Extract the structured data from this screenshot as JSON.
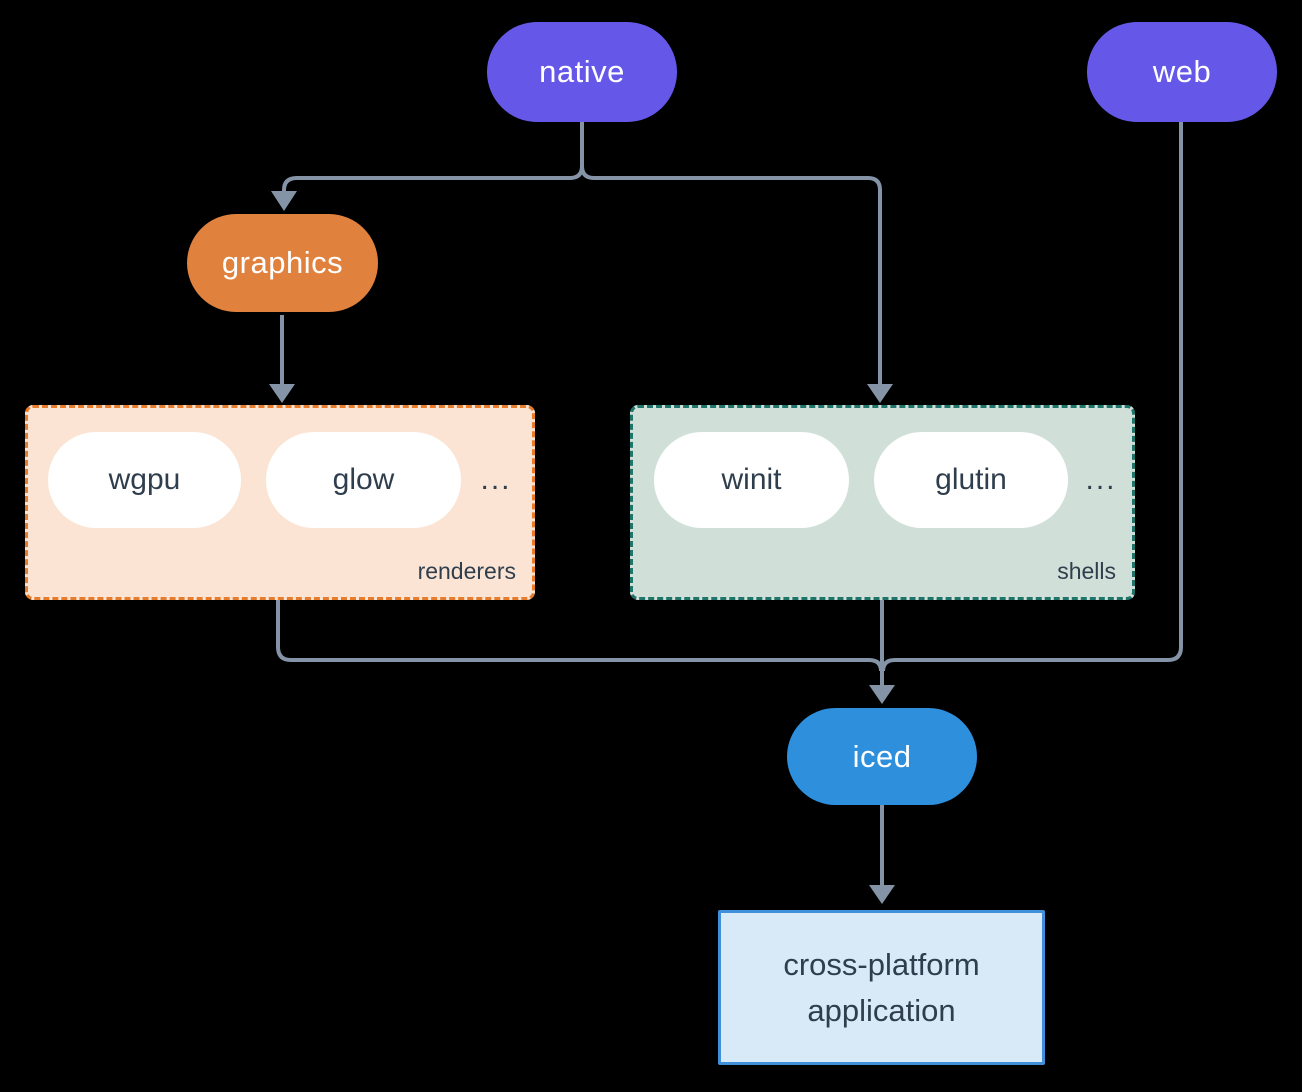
{
  "diagram": {
    "nodes": {
      "native": "native",
      "web": "web",
      "graphics": "graphics",
      "iced": "iced",
      "application_lines": [
        "cross-platform",
        "application"
      ]
    },
    "groups": {
      "renderers": {
        "label": "renderers",
        "items": [
          "wgpu",
          "glow"
        ],
        "more": "..."
      },
      "shells": {
        "label": "shells",
        "items": [
          "winit",
          "glutin"
        ],
        "more": "..."
      }
    },
    "colors": {
      "background": "#000000",
      "node_purple": "#6558e8",
      "node_orange": "#e0813d",
      "node_blue": "#2e8fdd",
      "renderers_fill": "#fbe4d3",
      "renderers_border": "#e67c2c",
      "shells_fill": "#d0e0d9",
      "shells_border": "#20756a",
      "application_fill": "#d8e9f8",
      "application_border": "#3f8fda",
      "connector": "#8494a6",
      "text_dark": "#2f3e4d",
      "text_light": "#ffffff"
    }
  }
}
